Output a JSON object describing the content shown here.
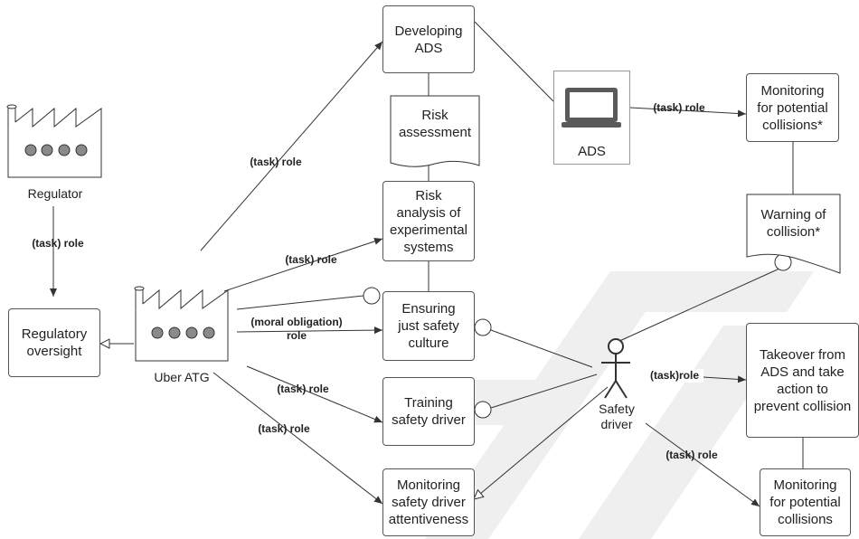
{
  "actors": {
    "regulator": "Regulator",
    "uber": "Uber ATG",
    "ads": "ADS",
    "safety_driver": "Safety\ndriver"
  },
  "boxes": {
    "regulatory_oversight": "Regulatory\noversight",
    "developing_ads": "Developing\nADS",
    "risk_analysis": "Risk\nanalysis of\nexperimental\nsystems",
    "ensuring_culture": "Ensuring\njust safety\nculture",
    "training": "Training\nsafety driver",
    "monitoring_attentiveness": "Monitoring\nsafety driver\nattentiveness",
    "monitoring_potential_star": "Monitoring\nfor potential\ncollisions*",
    "takeover": "Takeover from\nADS and take\naction to\nprevent collision",
    "monitoring_potential": "Monitoring\nfor potential\ncollisions"
  },
  "documents": {
    "risk_assessment": "Risk\nassessment",
    "warning": "Warning of\ncollision*"
  },
  "roles": {
    "reg_role": "(task) role",
    "uber_dev_role": "(task) role",
    "uber_risk_role": "(task) role",
    "moral_role": "(moral obligation)\nrole",
    "uber_train_role": "(task) role",
    "uber_monitor_role": "(task) role",
    "ads_role": "(task) role",
    "driver_takeover_role": "(task)role",
    "driver_monitor_role": "(task) role"
  },
  "watermark": "FT",
  "colors": {
    "line": "#333333",
    "icon_fill": "#ffffff",
    "icon_dot": "#8a8a8a",
    "laptop": "#5a5a5a",
    "watermark": "#f2f2f2"
  }
}
